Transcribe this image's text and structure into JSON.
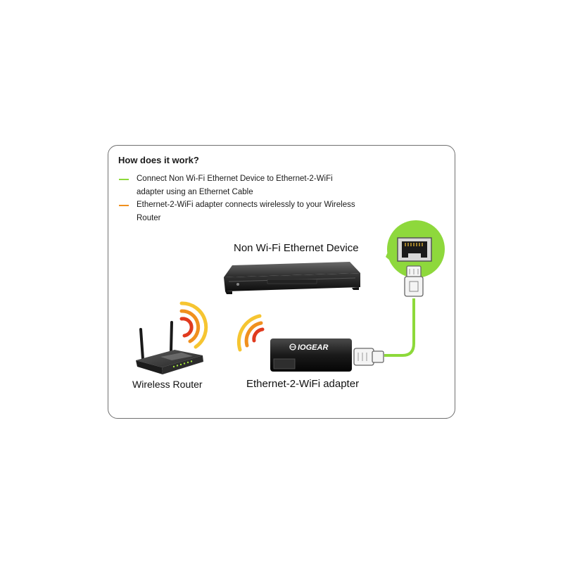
{
  "heading": "How does it work?",
  "legend": [
    {
      "text": "Connect Non Wi-Fi Ethernet Device to Ethernet-2-WiFi adapter using an Ethernet Cable",
      "color": "#8dd93a"
    },
    {
      "text": "Ethernet-2-WiFi adapter connects wirelessly to your Wireless Router",
      "color": "#f0901e"
    }
  ],
  "labels": {
    "device": "Non Wi-Fi Ethernet Device",
    "router": "Wireless Router",
    "adapter": "Ethernet-2-WiFi adapter"
  },
  "brand": "IOGEAR",
  "colors": {
    "cable_green": "#8dd93a",
    "wave_orange": "#f0901e",
    "wave_red": "#e03a1e",
    "wave_yellow": "#f6c531",
    "callout_green": "#8ed83c"
  },
  "icons": [
    "set-top-box-icon",
    "wireless-router-icon",
    "wifi-adapter-icon",
    "ethernet-port-icon",
    "rj45-plug-icon",
    "wifi-waves-icon"
  ]
}
